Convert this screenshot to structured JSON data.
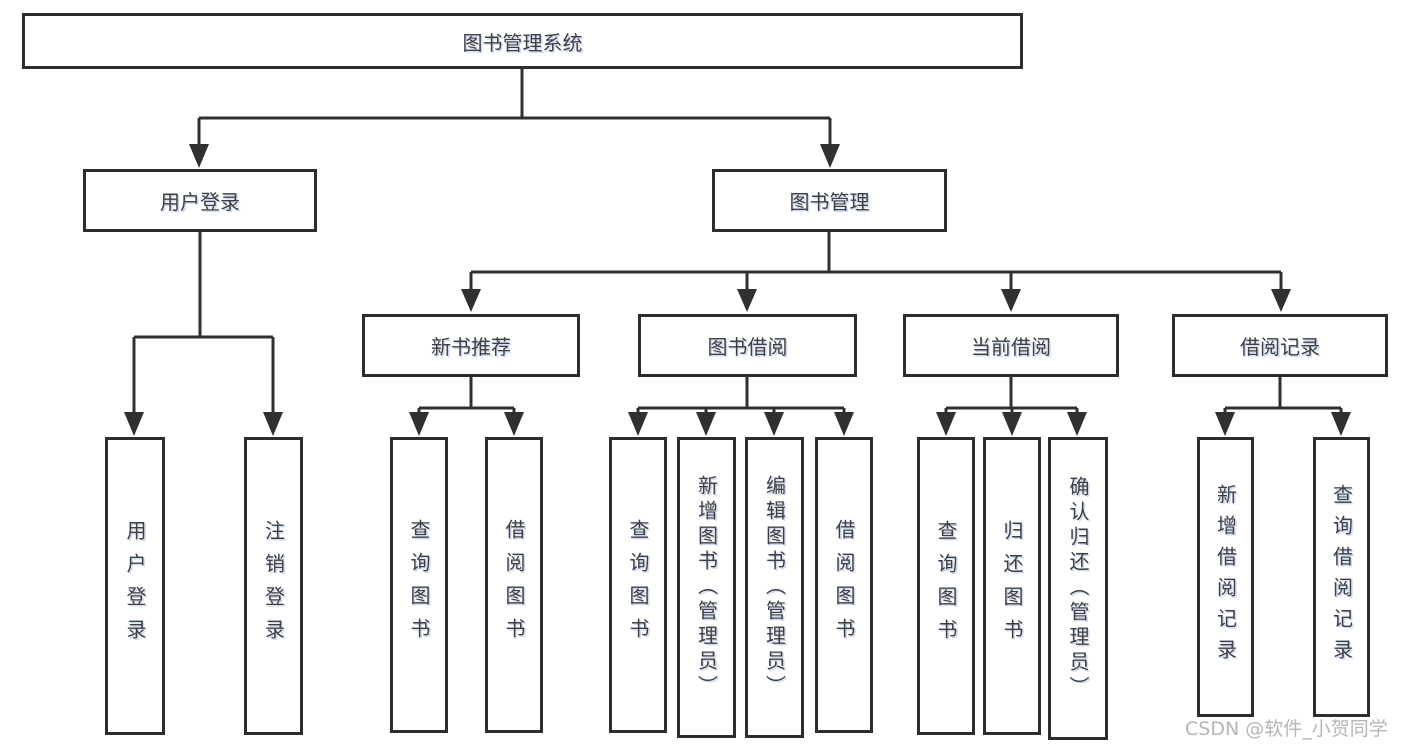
{
  "diagram": {
    "type": "hierarchy-tree",
    "title": "图书管理系统"
  },
  "colors": {
    "line": "#303030",
    "box_border": "#2d2d2d",
    "box_background": "#ffffff",
    "text": "#3f3f3f",
    "watermark": "#b6b6b6"
  },
  "tree": {
    "label": "图书管理系统",
    "children": [
      {
        "label": "用户登录",
        "children": [
          {
            "label": "用户登录"
          },
          {
            "label": "注销登录"
          }
        ]
      },
      {
        "label": "图书管理",
        "children": [
          {
            "label": "新书推荐",
            "children": [
              {
                "label": "查询图书"
              },
              {
                "label": "借阅图书"
              }
            ]
          },
          {
            "label": "图书借阅",
            "children": [
              {
                "label": "查询图书"
              },
              {
                "label": "新增图书（管理员）"
              },
              {
                "label": "编辑图书（管理员）"
              },
              {
                "label": "借阅图书"
              }
            ]
          },
          {
            "label": "当前借阅",
            "children": [
              {
                "label": "查询图书"
              },
              {
                "label": "归还图书"
              },
              {
                "label": "确认归还（管理员）"
              }
            ]
          },
          {
            "label": "借阅记录",
            "children": [
              {
                "label": "新增借阅记录"
              },
              {
                "label": "查询借阅记录"
              }
            ]
          }
        ]
      }
    ]
  },
  "watermark": {
    "text": "CSDN @软件_小贺同学"
  }
}
